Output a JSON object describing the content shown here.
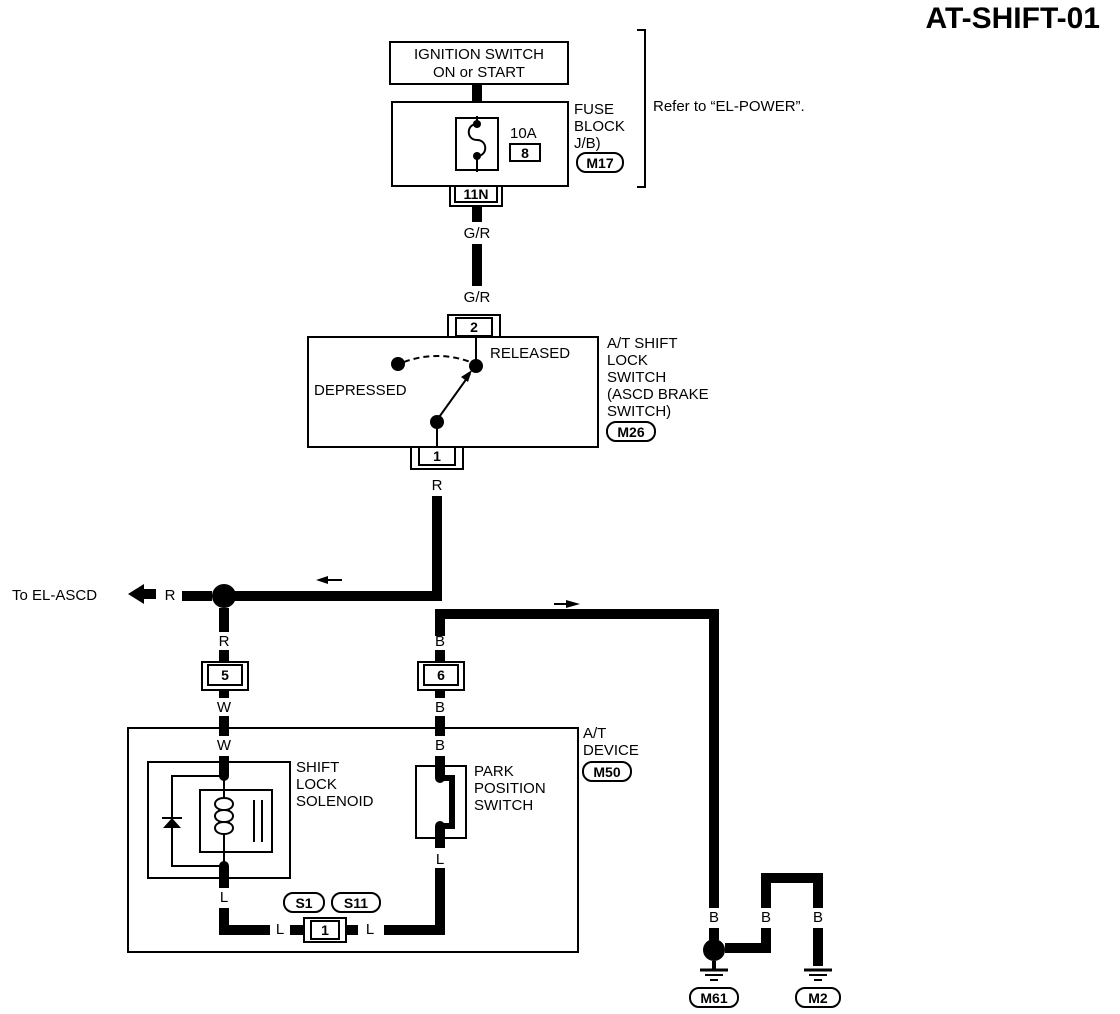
{
  "page_id": "AT-SHIFT-01",
  "ignition": {
    "line1": "IGNITION SWITCH",
    "line2": "ON or START"
  },
  "fuse": {
    "rating": "10A",
    "number": "8",
    "label": [
      "FUSE",
      "BLOCK",
      "J/B)"
    ],
    "connector": "M17",
    "terminal": "11N"
  },
  "refer_note": "Refer to “EL-POWER”.",
  "wire_colors": {
    "gr_top": "G/R",
    "gr_bottom": "G/R",
    "r_switch": "R",
    "r_elascd": "R",
    "r_pin5": "R",
    "w_top": "W",
    "w_bottom": "W",
    "b_pin6": "B",
    "b_top": "B",
    "b_inside": "B",
    "l_solenoid": "L",
    "l_park": "L",
    "l_left": "L",
    "l_right": "L",
    "b_m61": "B",
    "b_mid": "B",
    "b_m2": "B"
  },
  "shift_lock_switch": {
    "pin_top": "2",
    "pin_bottom": "1",
    "released": "RELEASED",
    "depressed": "DEPRESSED",
    "label": [
      "A/T SHIFT",
      "LOCK",
      "SWITCH",
      "(ASCD BRAKE",
      "SWITCH)"
    ],
    "connector": "M26"
  },
  "to_el_ascd": "To EL-ASCD",
  "pins": {
    "pin5": "5",
    "pin6": "6",
    "pin1": "1"
  },
  "at_device": {
    "label": [
      "A/T",
      "DEVICE"
    ],
    "connector": "M50",
    "solenoid_label": [
      "SHIFT",
      "LOCK",
      "SOLENOID"
    ],
    "park_label": [
      "PARK",
      "POSITION",
      "SWITCH"
    ]
  },
  "splices": {
    "s1": "S1",
    "s11": "S11"
  },
  "grounds": {
    "m61": "M61",
    "m2": "M2"
  },
  "icons": {
    "arrow": "arrow-icon",
    "diode": "diode-icon",
    "coil": "coil-icon",
    "fuse": "fuse-icon",
    "ground": "ground-icon"
  }
}
